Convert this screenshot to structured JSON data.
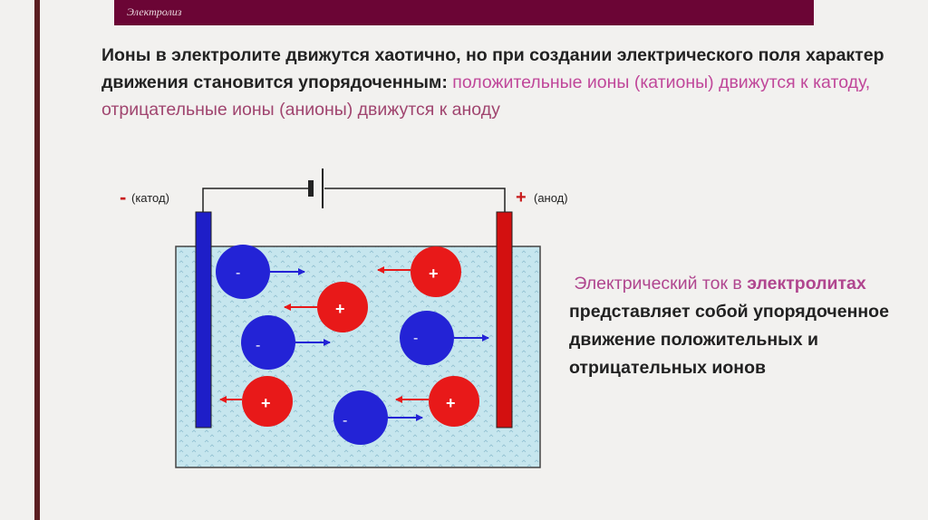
{
  "header": {
    "title": "Электролиз"
  },
  "paragraph": {
    "part1": "Ионы в электролите движутся хаотично, но при создании электрического поля характер движения становится упорядоченным:",
    "part2": "положительные ионы (катионы) движутся к катоду,",
    "part3": "отрицательные ионы (анионы) движутся к аноду"
  },
  "diagram": {
    "cathode_sign": "-",
    "cathode_label": "(катод)",
    "anode_sign": "+",
    "anode_label": "(анод)",
    "anion_sign": "-",
    "cation_sign": "+"
  },
  "side_text": {
    "part1": "Электрический ток в",
    "part2": "электролитах",
    "part3": "представляет собой  упорядоченное движение положительных и отрицательных ионов"
  },
  "colors": {
    "header": "#6b0535",
    "anion": "#2323d6",
    "cation": "#e81919",
    "cathode": "#1e1ec8",
    "anode": "#d31010",
    "electrolyte": "#c6e6ee"
  }
}
